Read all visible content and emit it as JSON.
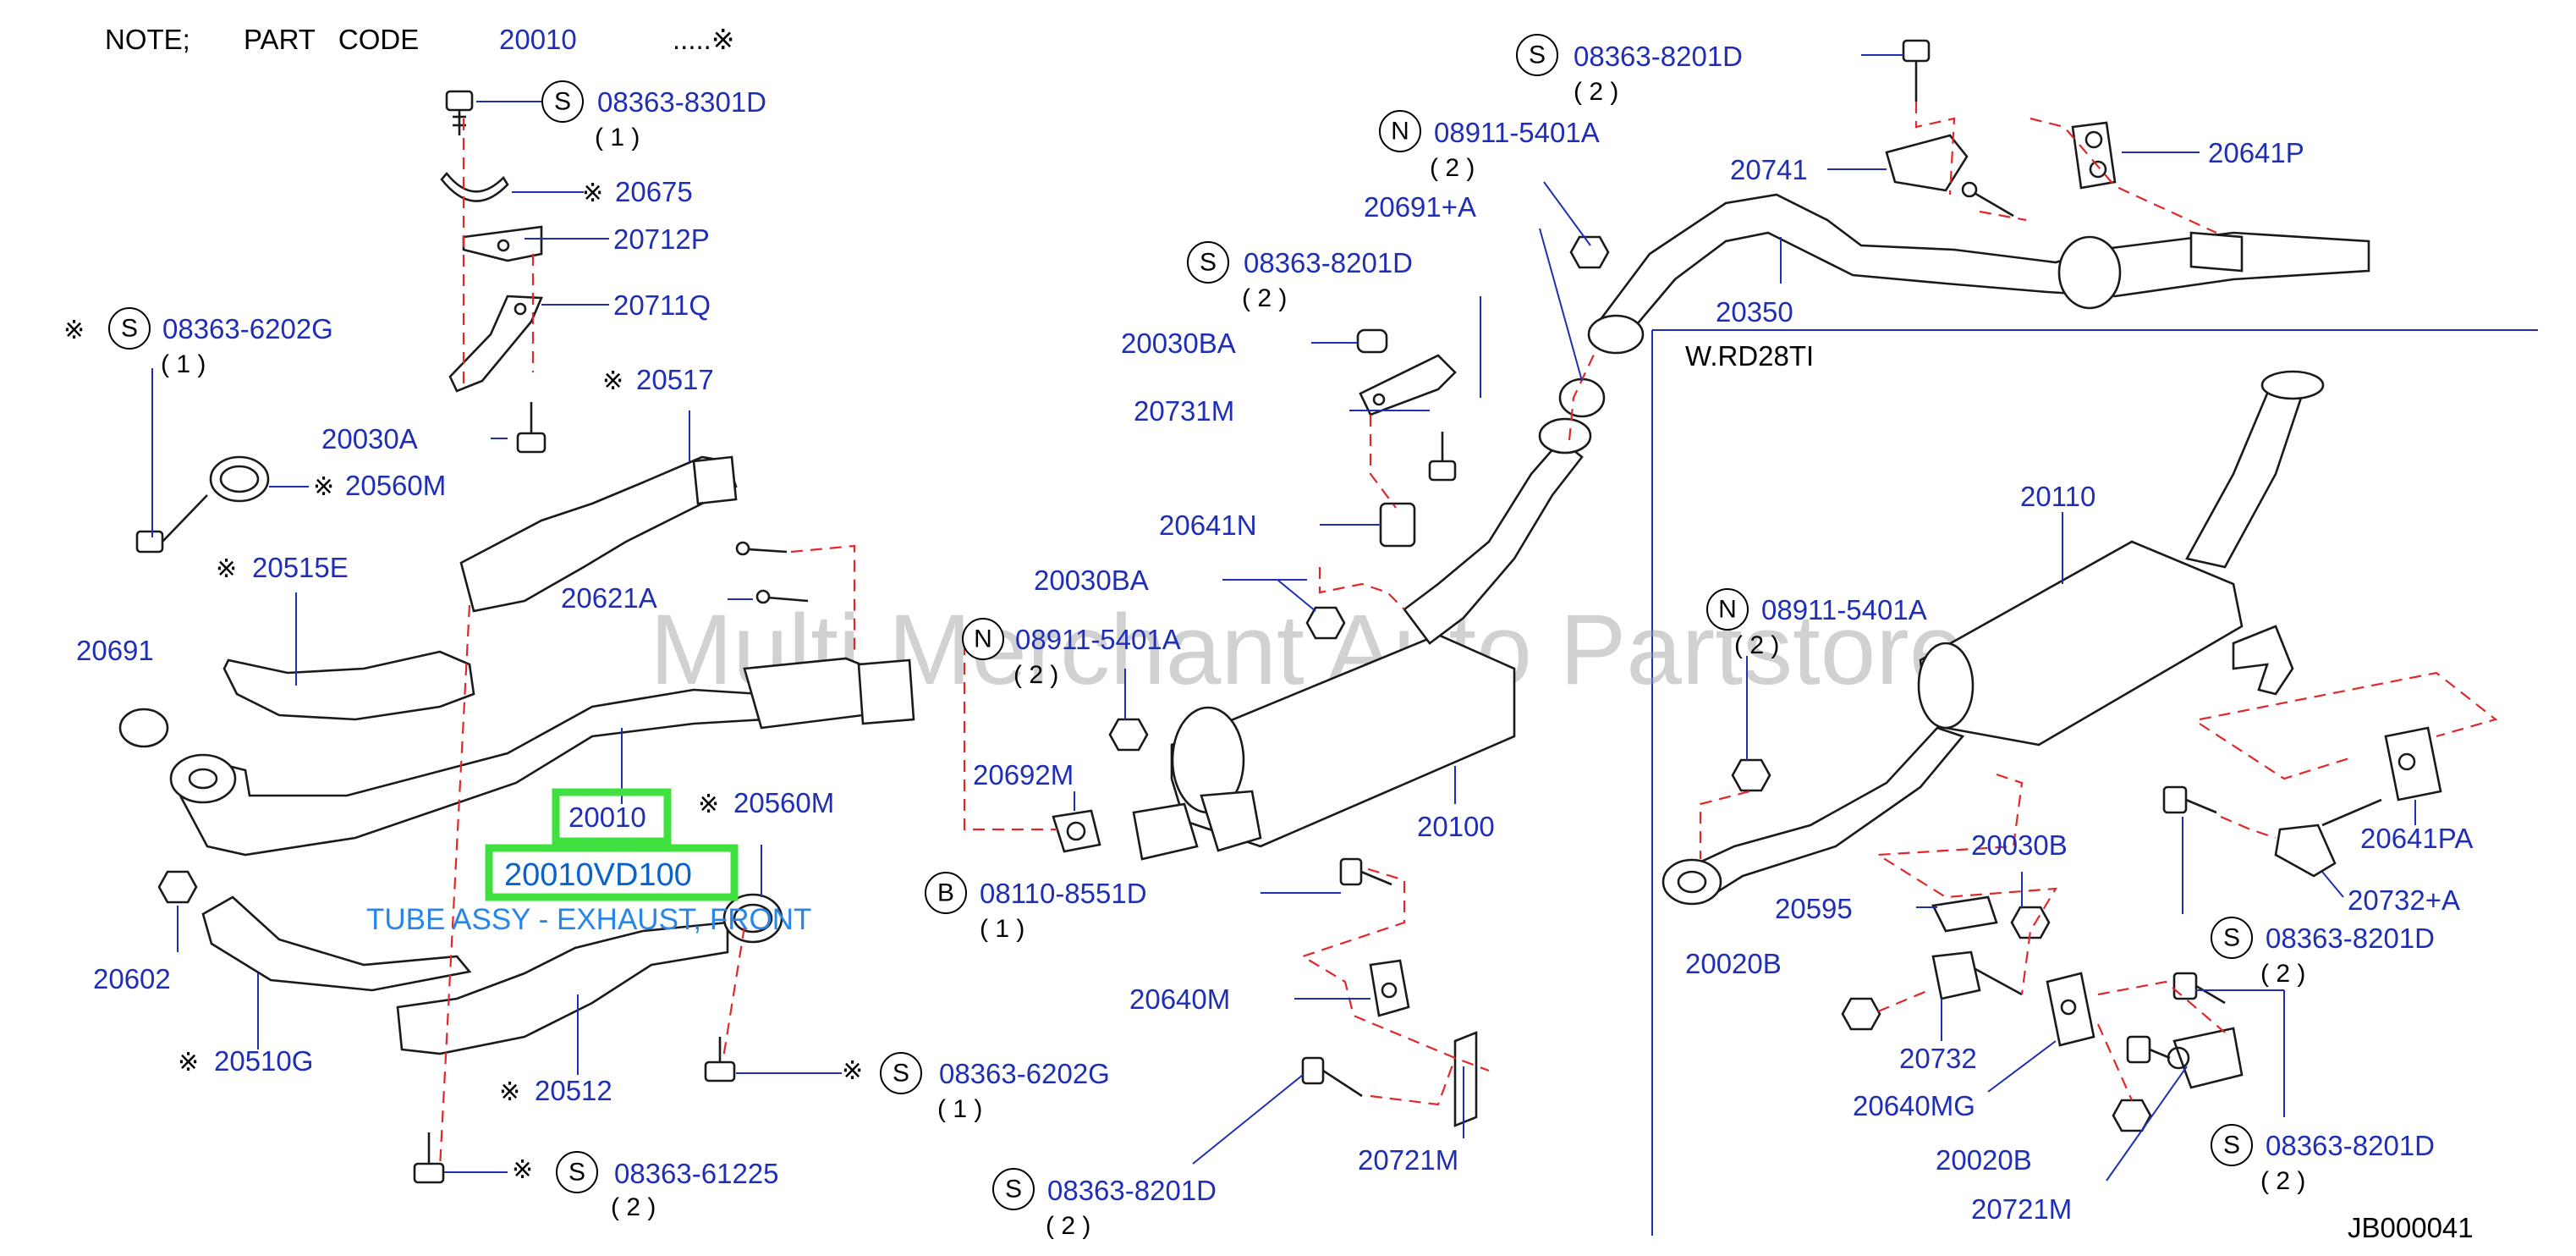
{
  "note": {
    "prefix": "NOTE;",
    "label": "PART   CODE",
    "code": "20010",
    "suffix": ".....※"
  },
  "watermark": "Multi Merchant Auto Partstore",
  "inset_title": "W.RD28TI",
  "diagram_code": "JB000041",
  "selected": {
    "part": "20010",
    "code": "20010VD100",
    "description": "TUBE ASSY - EXHAUST, FRONT"
  },
  "note_mark": "※",
  "labels": {
    "l08363_8301d": "08363-8301D",
    "q08363_8301d": "( 1 )",
    "l20675": "20675",
    "l20712p": "20712P",
    "l20711q": "20711Q",
    "l08363_6202g_a": "08363-6202G",
    "q08363_6202g_a": "( 1 )",
    "l20517": "20517",
    "l20030a": "20030A",
    "l20560m_a": "20560M",
    "l20515e": "20515E",
    "l20621a": "20621A",
    "l20691": "20691",
    "l20560m_b": "20560M",
    "l20602": "20602",
    "l20510g": "20510G",
    "l20512": "20512",
    "l08363_6202g_b": "08363-6202G",
    "q08363_6202g_b": "( 1 )",
    "l08363_61225": "08363-61225",
    "q08363_61225": "( 2 )",
    "l08363_8201d_top": "08363-8201D",
    "q08363_8201d_top": "( 2 )",
    "l08911_top": "08911-5401A",
    "q08911_top": "( 2 )",
    "l20691a": "20691+A",
    "l20741": "20741",
    "l20641p": "20641P",
    "l20350": "20350",
    "l08363_8201d_mid": "08363-8201D",
    "q08363_8201d_mid": "( 2 )",
    "l20030ba_a": "20030BA",
    "l20731m": "20731M",
    "l20641n": "20641N",
    "l20030ba_b": "20030BA",
    "l08911_mid": "08911-5401A",
    "q08911_mid": "( 2 )",
    "l20692m": "20692M",
    "l08110": "08110-8551D",
    "q08110": "( 1 )",
    "l20100": "20100",
    "l20640m": "20640M",
    "l20721m_a": "20721M",
    "l08363_8201d_bot": "08363-8201D",
    "q08363_8201d_bot": "( 2 )",
    "l20110": "20110",
    "l08911_ins": "08911-5401A",
    "q08911_ins": "( 2 )",
    "l20030b": "20030B",
    "l20595": "20595",
    "l20020b_a": "20020B",
    "l20641pa": "20641PA",
    "l20732a": "20732+A",
    "l08363_8201d_ins1": "08363-8201D",
    "q08363_8201d_ins1": "( 2 )",
    "l20732": "20732",
    "l20640mg": "20640MG",
    "l08363_8201d_ins2": "08363-8201D",
    "q08363_8201d_ins2": "( 2 )",
    "l20020b_b": "20020B",
    "l20721m_b": "20721M"
  },
  "fastener_codes": {
    "s": "S",
    "n": "N",
    "b": "B"
  },
  "colors": {
    "part_number": "#1f2fb5",
    "leader": "#1f2fb5",
    "dash": "#e0282a",
    "highlight": "#3fe03f",
    "selected_text": "#0a63c9",
    "description": "#2a86e6"
  }
}
